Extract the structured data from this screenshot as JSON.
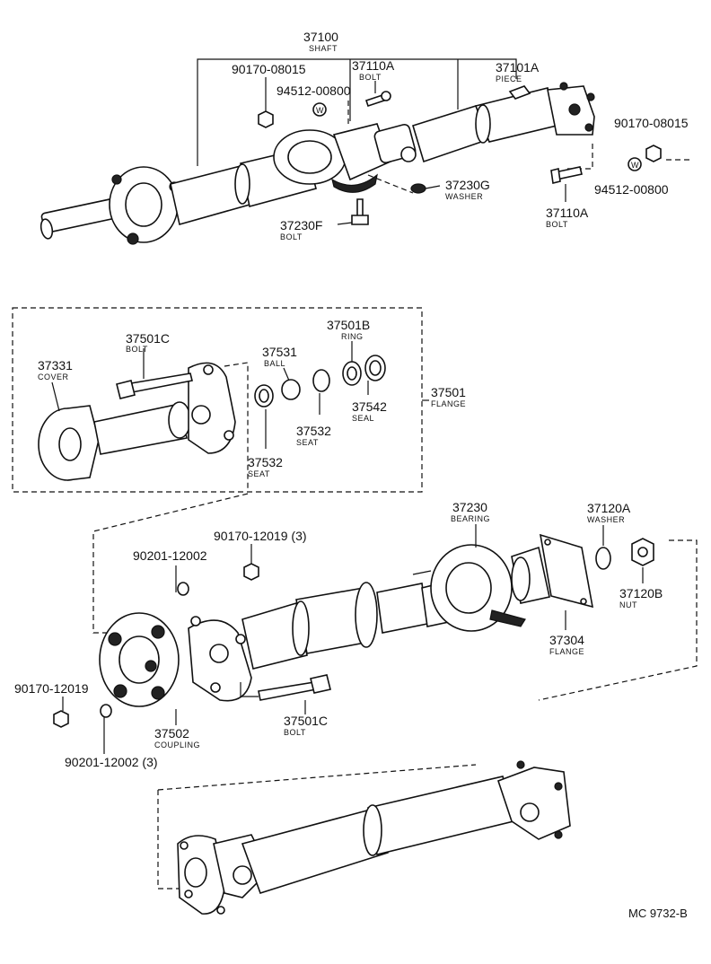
{
  "parts": {
    "p37100": {
      "number": "37100",
      "name": "SHAFT"
    },
    "p90170_08015_a": {
      "number": "90170-08015"
    },
    "p37110A_a": {
      "number": "37110A",
      "name": "BOLT"
    },
    "p94512_00800_a": {
      "number": "94512-00800"
    },
    "p37101A": {
      "number": "37101A",
      "name": "PIECE"
    },
    "p90170_08015_b": {
      "number": "90170-08015"
    },
    "p94512_00800_b": {
      "number": "94512-00800"
    },
    "p37110A_b": {
      "number": "37110A",
      "name": "BOLT"
    },
    "p37230G": {
      "number": "37230G",
      "name": "WASHER"
    },
    "p37230F": {
      "number": "37230F",
      "name": "BOLT"
    },
    "p37501C_a": {
      "number": "37501C",
      "name": "BOLT"
    },
    "p37331": {
      "number": "37331",
      "name": "COVER"
    },
    "p37531": {
      "number": "37531",
      "name": "BALL"
    },
    "p37501B": {
      "number": "37501B",
      "name": "RING"
    },
    "p37542": {
      "number": "37542",
      "name": "SEAL"
    },
    "p37501": {
      "number": "37501",
      "name": "FLANGE"
    },
    "p37532_a": {
      "number": "37532",
      "name": "SEAT"
    },
    "p37532_b": {
      "number": "37532",
      "name": "SEAT"
    },
    "p37230": {
      "number": "37230",
      "name": "BEARING"
    },
    "p37120A": {
      "number": "37120A",
      "name": "WASHER"
    },
    "p90170_12019_3": {
      "number": "90170-12019 (3)"
    },
    "p90201_12002": {
      "number": "90201-12002"
    },
    "p37120B": {
      "number": "37120B",
      "name": "NUT"
    },
    "p37304": {
      "number": "37304",
      "name": "FLANGE"
    },
    "p90170_12019": {
      "number": "90170-12019"
    },
    "p37502": {
      "number": "37502",
      "name": "COUPLING"
    },
    "p37501C_b": {
      "number": "37501C",
      "name": "BOLT"
    },
    "p90201_12002_3": {
      "number": "90201-12002 (3)"
    }
  },
  "washer_marks": {
    "w1": "W",
    "w2": "W"
  },
  "reference": "MC 9732-B"
}
